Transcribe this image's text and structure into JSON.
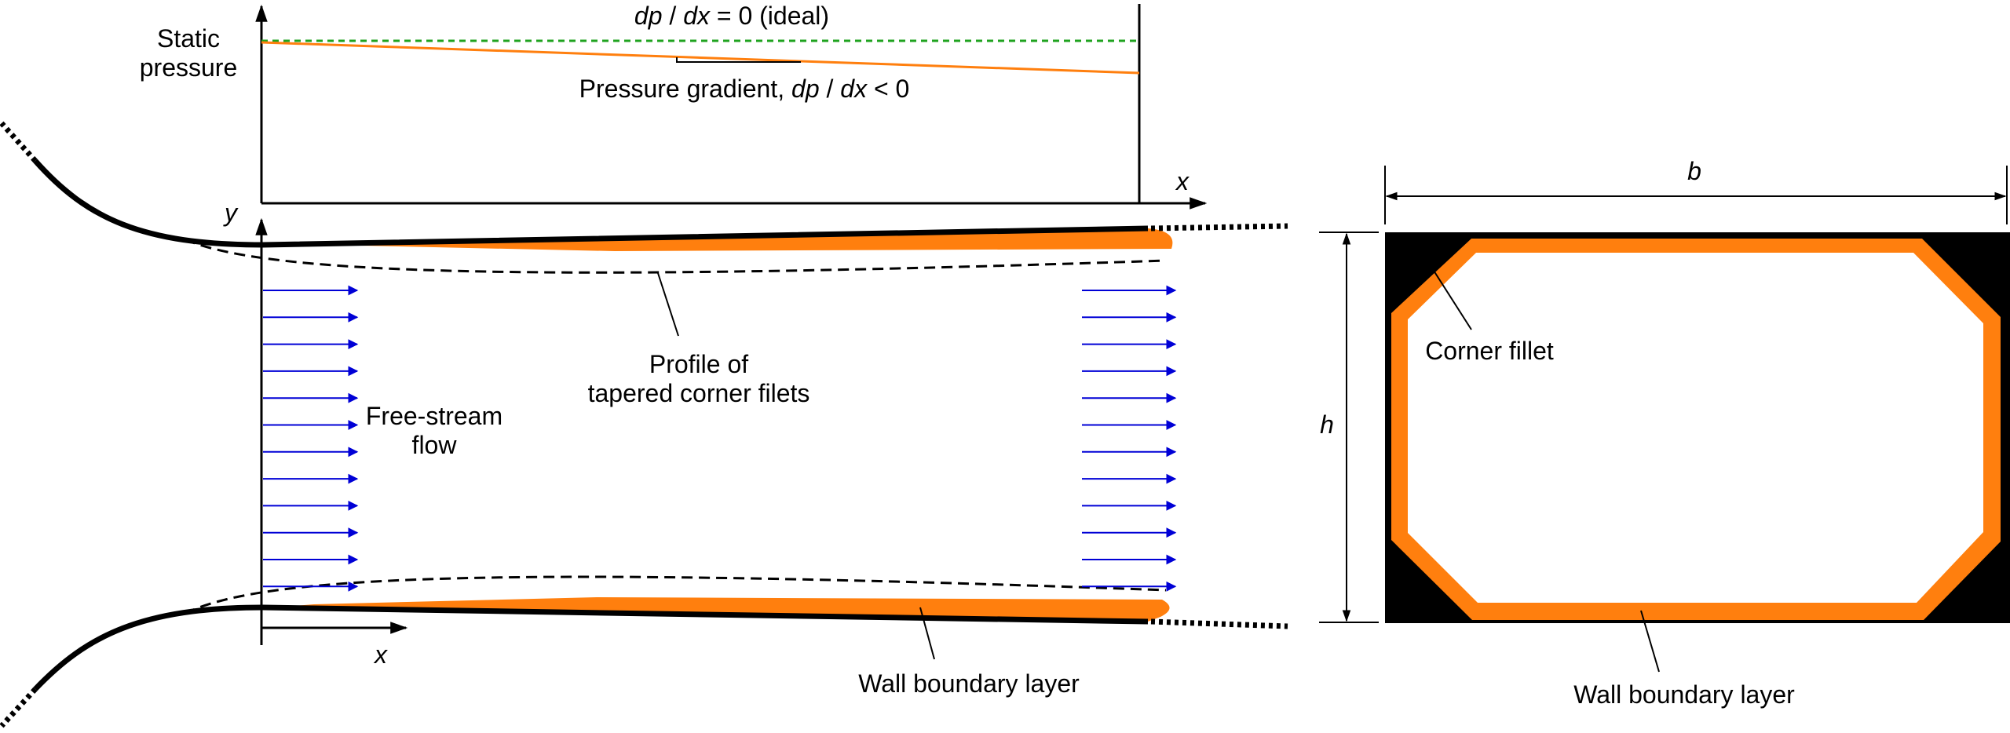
{
  "pressure_plot": {
    "y_axis_label_line1": "Static",
    "y_axis_label_line2": "pressure",
    "x_axis_label": "x",
    "ideal_label": {
      "italic_1": "dp",
      "sep": " / ",
      "italic_2": "dx",
      "rest": " = 0 (ideal)"
    },
    "gradient_label": {
      "prefix": "Pressure gradient, ",
      "italic_1": "dp",
      "sep": " / ",
      "italic_2": "dx",
      "rest": " < 0"
    },
    "colors": {
      "ideal_line": "#1fa31f",
      "gradient_line": "#ff7f0e"
    }
  },
  "channel": {
    "y_axis_label": "y",
    "x_axis_label": "x",
    "freestream_label_line1": "Free-stream",
    "freestream_label_line2": "flow",
    "fillet_profile_label_line1": "Profile of",
    "fillet_profile_label_line2": "tapered corner filets",
    "wall_bl_label": "Wall boundary layer",
    "colors": {
      "wall": "#000000",
      "boundary_layer": "#ff7f0e",
      "flow_arrows": "#0000d6"
    }
  },
  "cross_section": {
    "width_label": "b",
    "height_label": "h",
    "corner_fillet_label": "Corner fillet",
    "wall_bl_label": "Wall boundary layer",
    "colors": {
      "wall": "#000000",
      "boundary_layer": "#ff7f0e",
      "interior": "#ffffff"
    }
  }
}
